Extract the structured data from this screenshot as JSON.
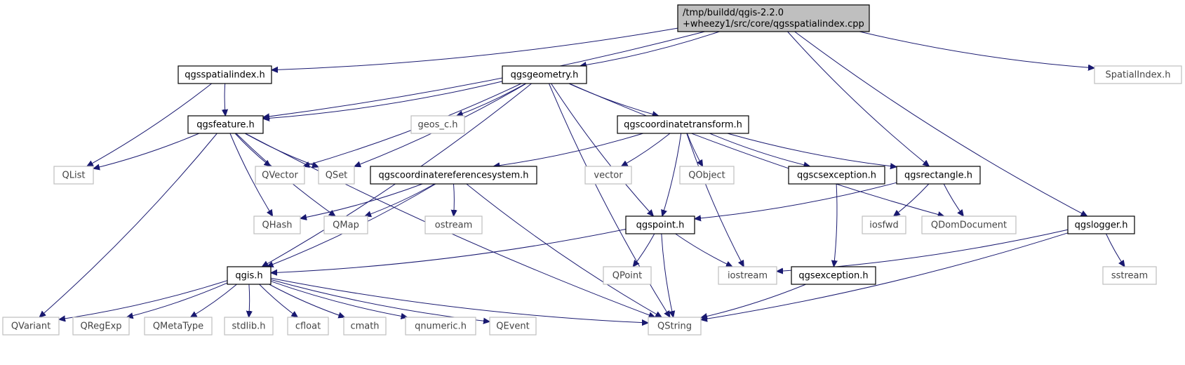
{
  "diagram": {
    "type": "include-dependency-graph",
    "nodes": [
      {
        "id": "root",
        "label": [
          "/tmp/buildd/qgis-2.2.0",
          "+wheezy1/src/core/qgsspatialindex.cpp"
        ],
        "kind": "root"
      },
      {
        "id": "qgsspatialindex_h",
        "label": [
          "qgsspatialindex.h"
        ],
        "kind": "file"
      },
      {
        "id": "qgsgeometry_h",
        "label": [
          "qgsgeometry.h"
        ],
        "kind": "file"
      },
      {
        "id": "spatialindex_h",
        "label": [
          "SpatialIndex.h"
        ],
        "kind": "external"
      },
      {
        "id": "qgsfeature_h",
        "label": [
          "qgsfeature.h"
        ],
        "kind": "file"
      },
      {
        "id": "geos_c_h",
        "label": [
          "geos_c.h"
        ],
        "kind": "external"
      },
      {
        "id": "qgscoordinatetransform_h",
        "label": [
          "qgscoordinatetransform.h"
        ],
        "kind": "file"
      },
      {
        "id": "qlist",
        "label": [
          "QList"
        ],
        "kind": "external"
      },
      {
        "id": "qvector",
        "label": [
          "QVector"
        ],
        "kind": "external"
      },
      {
        "id": "qset",
        "label": [
          "QSet"
        ],
        "kind": "external"
      },
      {
        "id": "qgscrs_h",
        "label": [
          "qgscoordinatereferencesystem.h"
        ],
        "kind": "file"
      },
      {
        "id": "vector",
        "label": [
          "vector"
        ],
        "kind": "external"
      },
      {
        "id": "qobject",
        "label": [
          "QObject"
        ],
        "kind": "external"
      },
      {
        "id": "qgscsexception_h",
        "label": [
          "qgscsexception.h"
        ],
        "kind": "file"
      },
      {
        "id": "qgsrectangle_h",
        "label": [
          "qgsrectangle.h"
        ],
        "kind": "file"
      },
      {
        "id": "qhash",
        "label": [
          "QHash"
        ],
        "kind": "external"
      },
      {
        "id": "qmap",
        "label": [
          "QMap"
        ],
        "kind": "external"
      },
      {
        "id": "ostream",
        "label": [
          "ostream"
        ],
        "kind": "external"
      },
      {
        "id": "qgspoint_h",
        "label": [
          "qgspoint.h"
        ],
        "kind": "file"
      },
      {
        "id": "iosfwd",
        "label": [
          "iosfwd"
        ],
        "kind": "external"
      },
      {
        "id": "qdomdocument",
        "label": [
          "QDomDocument"
        ],
        "kind": "external"
      },
      {
        "id": "qgslogger_h",
        "label": [
          "qgslogger.h"
        ],
        "kind": "file"
      },
      {
        "id": "qgis_h",
        "label": [
          "qgis.h"
        ],
        "kind": "file"
      },
      {
        "id": "qpoint",
        "label": [
          "QPoint"
        ],
        "kind": "external"
      },
      {
        "id": "iostream",
        "label": [
          "iostream"
        ],
        "kind": "external"
      },
      {
        "id": "qgsexception_h",
        "label": [
          "qgsexception.h"
        ],
        "kind": "file"
      },
      {
        "id": "sstream",
        "label": [
          "sstream"
        ],
        "kind": "external"
      },
      {
        "id": "qvariant",
        "label": [
          "QVariant"
        ],
        "kind": "external"
      },
      {
        "id": "qregexp",
        "label": [
          "QRegExp"
        ],
        "kind": "external"
      },
      {
        "id": "qmetatype",
        "label": [
          "QMetaType"
        ],
        "kind": "external"
      },
      {
        "id": "stdlib_h",
        "label": [
          "stdlib.h"
        ],
        "kind": "external"
      },
      {
        "id": "cfloat",
        "label": [
          "cfloat"
        ],
        "kind": "external"
      },
      {
        "id": "cmath",
        "label": [
          "cmath"
        ],
        "kind": "external"
      },
      {
        "id": "qnumeric_h",
        "label": [
          "qnumeric.h"
        ],
        "kind": "external"
      },
      {
        "id": "qevent",
        "label": [
          "QEvent"
        ],
        "kind": "external"
      },
      {
        "id": "qstring",
        "label": [
          "QString"
        ],
        "kind": "external"
      }
    ],
    "edges": [
      [
        "root",
        "qgsspatialindex_h"
      ],
      [
        "root",
        "qgsfeature_h"
      ],
      [
        "root",
        "qgsgeometry_h"
      ],
      [
        "root",
        "qgsrectangle_h"
      ],
      [
        "root",
        "qgslogger_h"
      ],
      [
        "root",
        "spatialindex_h"
      ],
      [
        "qgsspatialindex_h",
        "qgsfeature_h"
      ],
      [
        "qgsspatialindex_h",
        "qlist"
      ],
      [
        "qgsgeometry_h",
        "qgsfeature_h"
      ],
      [
        "qgsgeometry_h",
        "geos_c_h"
      ],
      [
        "qgsgeometry_h",
        "qgscoordinatetransform_h"
      ],
      [
        "qgsgeometry_h",
        "qvector"
      ],
      [
        "qgsgeometry_h",
        "qset"
      ],
      [
        "qgsgeometry_h",
        "qgspoint_h"
      ],
      [
        "qgsgeometry_h",
        "qdomdocument"
      ],
      [
        "qgsgeometry_h",
        "qstring"
      ],
      [
        "qgsgeometry_h",
        "qgis_h"
      ],
      [
        "qgsfeature_h",
        "qlist"
      ],
      [
        "qgsfeature_h",
        "qvector"
      ],
      [
        "qgsfeature_h",
        "qset"
      ],
      [
        "qgsfeature_h",
        "qhash"
      ],
      [
        "qgsfeature_h",
        "qmap"
      ],
      [
        "qgsfeature_h",
        "qvariant"
      ],
      [
        "qgsfeature_h",
        "qstring"
      ],
      [
        "qgscoordinatetransform_h",
        "qgscrs_h"
      ],
      [
        "qgscoordinatetransform_h",
        "vector"
      ],
      [
        "qgscoordinatetransform_h",
        "qobject"
      ],
      [
        "qgscoordinatetransform_h",
        "qgscsexception_h"
      ],
      [
        "qgscoordinatetransform_h",
        "qgsrectangle_h"
      ],
      [
        "qgscoordinatetransform_h",
        "qgspoint_h"
      ],
      [
        "qgscoordinatetransform_h",
        "iostream"
      ],
      [
        "qgscrs_h",
        "qhash"
      ],
      [
        "qgscrs_h",
        "qmap"
      ],
      [
        "qgscrs_h",
        "ostream"
      ],
      [
        "qgscrs_h",
        "qgis_h"
      ],
      [
        "qgscrs_h",
        "qstring"
      ],
      [
        "qgscsexception_h",
        "qgsexception_h"
      ],
      [
        "qgsrectangle_h",
        "qgspoint_h"
      ],
      [
        "qgsrectangle_h",
        "iosfwd"
      ],
      [
        "qgsrectangle_h",
        "qdomdocument"
      ],
      [
        "qgspoint_h",
        "qgis_h"
      ],
      [
        "qgspoint_h",
        "qpoint"
      ],
      [
        "qgspoint_h",
        "iostream"
      ],
      [
        "qgspoint_h",
        "qstring"
      ],
      [
        "qgslogger_h",
        "iostream"
      ],
      [
        "qgslogger_h",
        "sstream"
      ],
      [
        "qgslogger_h",
        "qstring"
      ],
      [
        "qgsexception_h",
        "qstring"
      ],
      [
        "qgis_h",
        "qvariant"
      ],
      [
        "qgis_h",
        "qregexp"
      ],
      [
        "qgis_h",
        "qmetatype"
      ],
      [
        "qgis_h",
        "stdlib_h"
      ],
      [
        "qgis_h",
        "cfloat"
      ],
      [
        "qgis_h",
        "cmath"
      ],
      [
        "qgis_h",
        "qnumeric_h"
      ],
      [
        "qgis_h",
        "qevent"
      ],
      [
        "qgis_h",
        "qstring"
      ]
    ]
  }
}
